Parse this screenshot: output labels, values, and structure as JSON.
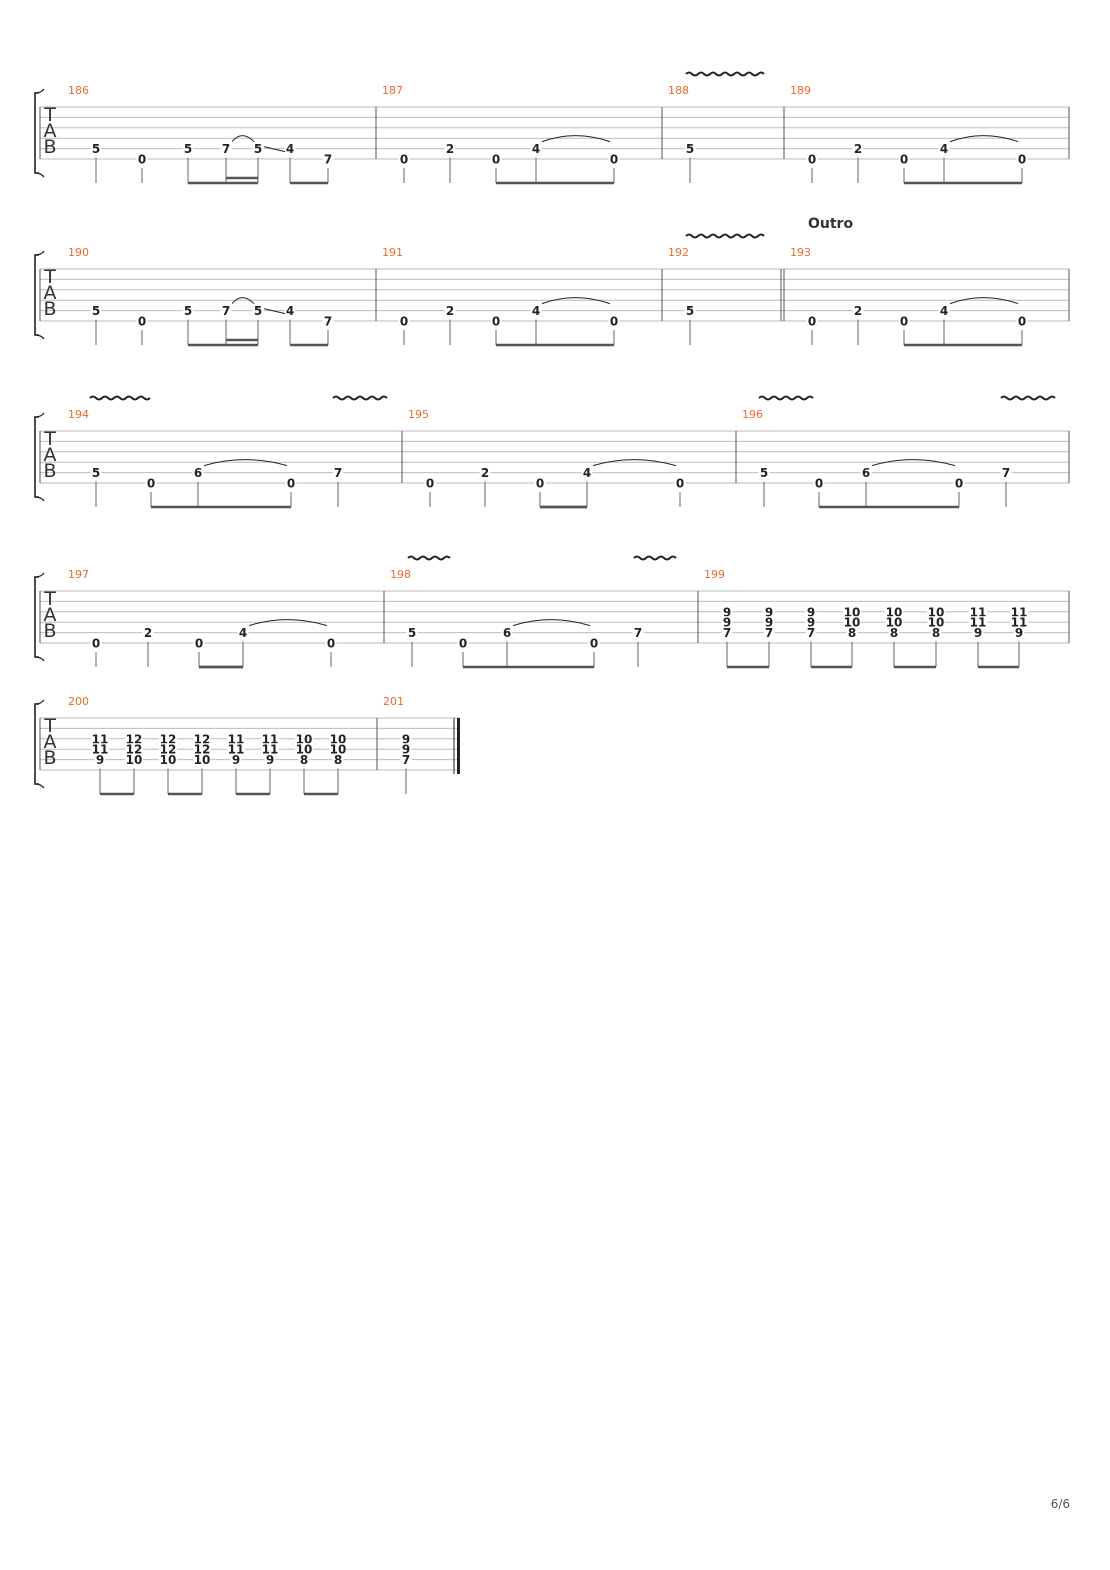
{
  "page_number": "6/6",
  "clef": {
    "t": "T",
    "a": "A",
    "b": "B"
  },
  "colors": {
    "measure_number": "#ee6a2e",
    "staff_line": "#bbbbbb",
    "ink": "#222222",
    "barline": "#555555",
    "stem": "#666666"
  },
  "systems": [
    {
      "section_label": "",
      "measures": [
        {
          "number": "186",
          "notes": [
            {
              "frets": [
                {
                  "string": 5,
                  "fret": "5"
                }
              ]
            },
            {
              "frets": [
                {
                  "string": 6,
                  "fret": "0"
                }
              ]
            },
            {
              "frets": [
                {
                  "string": 5,
                  "fret": "5"
                }
              ]
            },
            {
              "frets": [
                {
                  "string": 5,
                  "fret": "7"
                }
              ]
            },
            {
              "frets": [
                {
                  "string": 5,
                  "fret": "5"
                }
              ]
            },
            {
              "frets": [
                {
                  "string": 5,
                  "fret": "4"
                }
              ]
            },
            {
              "frets": [
                {
                  "string": 6,
                  "fret": "7"
                }
              ]
            }
          ]
        },
        {
          "number": "187",
          "notes": [
            {
              "frets": [
                {
                  "string": 6,
                  "fret": "0"
                }
              ]
            },
            {
              "frets": [
                {
                  "string": 5,
                  "fret": "2"
                }
              ]
            },
            {
              "frets": [
                {
                  "string": 6,
                  "fret": "0"
                }
              ]
            },
            {
              "frets": [
                {
                  "string": 5,
                  "fret": "4"
                }
              ]
            },
            {
              "frets": [
                {
                  "string": 6,
                  "fret": "0"
                }
              ]
            }
          ]
        },
        {
          "number": "188",
          "notes": [
            {
              "frets": [
                {
                  "string": 5,
                  "fret": "5"
                }
              ]
            }
          ]
        },
        {
          "number": "189",
          "notes": [
            {
              "frets": [
                {
                  "string": 6,
                  "fret": "0"
                }
              ]
            },
            {
              "frets": [
                {
                  "string": 5,
                  "fret": "2"
                }
              ]
            },
            {
              "frets": [
                {
                  "string": 6,
                  "fret": "0"
                }
              ]
            },
            {
              "frets": [
                {
                  "string": 5,
                  "fret": "4"
                }
              ]
            },
            {
              "frets": [
                {
                  "string": 6,
                  "fret": "0"
                }
              ]
            }
          ]
        }
      ]
    },
    {
      "section_label": "Outro",
      "measures": [
        {
          "number": "190",
          "notes": [
            {
              "frets": [
                {
                  "string": 5,
                  "fret": "5"
                }
              ]
            },
            {
              "frets": [
                {
                  "string": 6,
                  "fret": "0"
                }
              ]
            },
            {
              "frets": [
                {
                  "string": 5,
                  "fret": "5"
                }
              ]
            },
            {
              "frets": [
                {
                  "string": 5,
                  "fret": "7"
                }
              ]
            },
            {
              "frets": [
                {
                  "string": 5,
                  "fret": "5"
                }
              ]
            },
            {
              "frets": [
                {
                  "string": 5,
                  "fret": "4"
                }
              ]
            },
            {
              "frets": [
                {
                  "string": 6,
                  "fret": "7"
                }
              ]
            }
          ]
        },
        {
          "number": "191",
          "notes": [
            {
              "frets": [
                {
                  "string": 6,
                  "fret": "0"
                }
              ]
            },
            {
              "frets": [
                {
                  "string": 5,
                  "fret": "2"
                }
              ]
            },
            {
              "frets": [
                {
                  "string": 6,
                  "fret": "0"
                }
              ]
            },
            {
              "frets": [
                {
                  "string": 5,
                  "fret": "4"
                }
              ]
            },
            {
              "frets": [
                {
                  "string": 6,
                  "fret": "0"
                }
              ]
            }
          ]
        },
        {
          "number": "192",
          "notes": [
            {
              "frets": [
                {
                  "string": 5,
                  "fret": "5"
                }
              ]
            }
          ]
        },
        {
          "number": "193",
          "notes": [
            {
              "frets": [
                {
                  "string": 6,
                  "fret": "0"
                }
              ]
            },
            {
              "frets": [
                {
                  "string": 5,
                  "fret": "2"
                }
              ]
            },
            {
              "frets": [
                {
                  "string": 6,
                  "fret": "0"
                }
              ]
            },
            {
              "frets": [
                {
                  "string": 5,
                  "fret": "4"
                }
              ]
            },
            {
              "frets": [
                {
                  "string": 6,
                  "fret": "0"
                }
              ]
            }
          ]
        }
      ]
    },
    {
      "section_label": "",
      "measures": [
        {
          "number": "194",
          "notes": [
            {
              "frets": [
                {
                  "string": 5,
                  "fret": "5"
                }
              ]
            },
            {
              "frets": [
                {
                  "string": 6,
                  "fret": "0"
                }
              ]
            },
            {
              "frets": [
                {
                  "string": 5,
                  "fret": "6"
                }
              ]
            },
            {
              "frets": [
                {
                  "string": 6,
                  "fret": "0"
                }
              ]
            },
            {
              "frets": [
                {
                  "string": 5,
                  "fret": "7"
                }
              ]
            }
          ]
        },
        {
          "number": "195",
          "notes": [
            {
              "frets": [
                {
                  "string": 6,
                  "fret": "0"
                }
              ]
            },
            {
              "frets": [
                {
                  "string": 5,
                  "fret": "2"
                }
              ]
            },
            {
              "frets": [
                {
                  "string": 6,
                  "fret": "0"
                }
              ]
            },
            {
              "frets": [
                {
                  "string": 5,
                  "fret": "4"
                }
              ]
            },
            {
              "frets": [
                {
                  "string": 6,
                  "fret": "0"
                }
              ]
            }
          ]
        },
        {
          "number": "196",
          "notes": [
            {
              "frets": [
                {
                  "string": 5,
                  "fret": "5"
                }
              ]
            },
            {
              "frets": [
                {
                  "string": 6,
                  "fret": "0"
                }
              ]
            },
            {
              "frets": [
                {
                  "string": 5,
                  "fret": "6"
                }
              ]
            },
            {
              "frets": [
                {
                  "string": 6,
                  "fret": "0"
                }
              ]
            },
            {
              "frets": [
                {
                  "string": 5,
                  "fret": "7"
                }
              ]
            }
          ]
        }
      ]
    },
    {
      "section_label": "",
      "measures": [
        {
          "number": "197",
          "notes": [
            {
              "frets": [
                {
                  "string": 6,
                  "fret": "0"
                }
              ]
            },
            {
              "frets": [
                {
                  "string": 5,
                  "fret": "2"
                }
              ]
            },
            {
              "frets": [
                {
                  "string": 6,
                  "fret": "0"
                }
              ]
            },
            {
              "frets": [
                {
                  "string": 5,
                  "fret": "4"
                }
              ]
            },
            {
              "frets": [
                {
                  "string": 6,
                  "fret": "0"
                }
              ]
            }
          ]
        },
        {
          "number": "198",
          "notes": [
            {
              "frets": [
                {
                  "string": 5,
                  "fret": "5"
                }
              ]
            },
            {
              "frets": [
                {
                  "string": 6,
                  "fret": "0"
                }
              ]
            },
            {
              "frets": [
                {
                  "string": 5,
                  "fret": "6"
                }
              ]
            },
            {
              "frets": [
                {
                  "string": 6,
                  "fret": "0"
                }
              ]
            },
            {
              "frets": [
                {
                  "string": 5,
                  "fret": "7"
                }
              ]
            }
          ]
        },
        {
          "number": "199",
          "notes": [
            {
              "frets": [
                {
                  "string": 3,
                  "fret": "9"
                },
                {
                  "string": 4,
                  "fret": "9"
                },
                {
                  "string": 5,
                  "fret": "7"
                }
              ]
            },
            {
              "frets": [
                {
                  "string": 3,
                  "fret": "9"
                },
                {
                  "string": 4,
                  "fret": "9"
                },
                {
                  "string": 5,
                  "fret": "7"
                }
              ]
            },
            {
              "frets": [
                {
                  "string": 3,
                  "fret": "9"
                },
                {
                  "string": 4,
                  "fret": "9"
                },
                {
                  "string": 5,
                  "fret": "7"
                }
              ]
            },
            {
              "frets": [
                {
                  "string": 3,
                  "fret": "10"
                },
                {
                  "string": 4,
                  "fret": "10"
                },
                {
                  "string": 5,
                  "fret": "8"
                }
              ]
            },
            {
              "frets": [
                {
                  "string": 3,
                  "fret": "10"
                },
                {
                  "string": 4,
                  "fret": "10"
                },
                {
                  "string": 5,
                  "fret": "8"
                }
              ]
            },
            {
              "frets": [
                {
                  "string": 3,
                  "fret": "10"
                },
                {
                  "string": 4,
                  "fret": "10"
                },
                {
                  "string": 5,
                  "fret": "8"
                }
              ]
            },
            {
              "frets": [
                {
                  "string": 3,
                  "fret": "11"
                },
                {
                  "string": 4,
                  "fret": "11"
                },
                {
                  "string": 5,
                  "fret": "9"
                }
              ]
            },
            {
              "frets": [
                {
                  "string": 3,
                  "fret": "11"
                },
                {
                  "string": 4,
                  "fret": "11"
                },
                {
                  "string": 5,
                  "fret": "9"
                }
              ]
            }
          ]
        }
      ]
    },
    {
      "section_label": "",
      "measures": [
        {
          "number": "200",
          "notes": [
            {
              "frets": [
                {
                  "string": 3,
                  "fret": "11"
                },
                {
                  "string": 4,
                  "fret": "11"
                },
                {
                  "string": 5,
                  "fret": "9"
                }
              ]
            },
            {
              "frets": [
                {
                  "string": 3,
                  "fret": "12"
                },
                {
                  "string": 4,
                  "fret": "12"
                },
                {
                  "string": 5,
                  "fret": "10"
                }
              ]
            },
            {
              "frets": [
                {
                  "string": 3,
                  "fret": "12"
                },
                {
                  "string": 4,
                  "fret": "12"
                },
                {
                  "string": 5,
                  "fret": "10"
                }
              ]
            },
            {
              "frets": [
                {
                  "string": 3,
                  "fret": "12"
                },
                {
                  "string": 4,
                  "fret": "12"
                },
                {
                  "string": 5,
                  "fret": "10"
                }
              ]
            },
            {
              "frets": [
                {
                  "string": 3,
                  "fret": "11"
                },
                {
                  "string": 4,
                  "fret": "11"
                },
                {
                  "string": 5,
                  "fret": "9"
                }
              ]
            },
            {
              "frets": [
                {
                  "string": 3,
                  "fret": "11"
                },
                {
                  "string": 4,
                  "fret": "11"
                },
                {
                  "string": 5,
                  "fret": "9"
                }
              ]
            },
            {
              "frets": [
                {
                  "string": 3,
                  "fret": "10"
                },
                {
                  "string": 4,
                  "fret": "10"
                },
                {
                  "string": 5,
                  "fret": "8"
                }
              ]
            },
            {
              "frets": [
                {
                  "string": 3,
                  "fret": "10"
                },
                {
                  "string": 4,
                  "fret": "10"
                },
                {
                  "string": 5,
                  "fret": "8"
                }
              ]
            }
          ]
        },
        {
          "number": "201",
          "notes": [
            {
              "frets": [
                {
                  "string": 3,
                  "fret": "9"
                },
                {
                  "string": 4,
                  "fret": "9"
                },
                {
                  "string": 5,
                  "fret": "7"
                }
              ]
            }
          ]
        }
      ]
    }
  ]
}
